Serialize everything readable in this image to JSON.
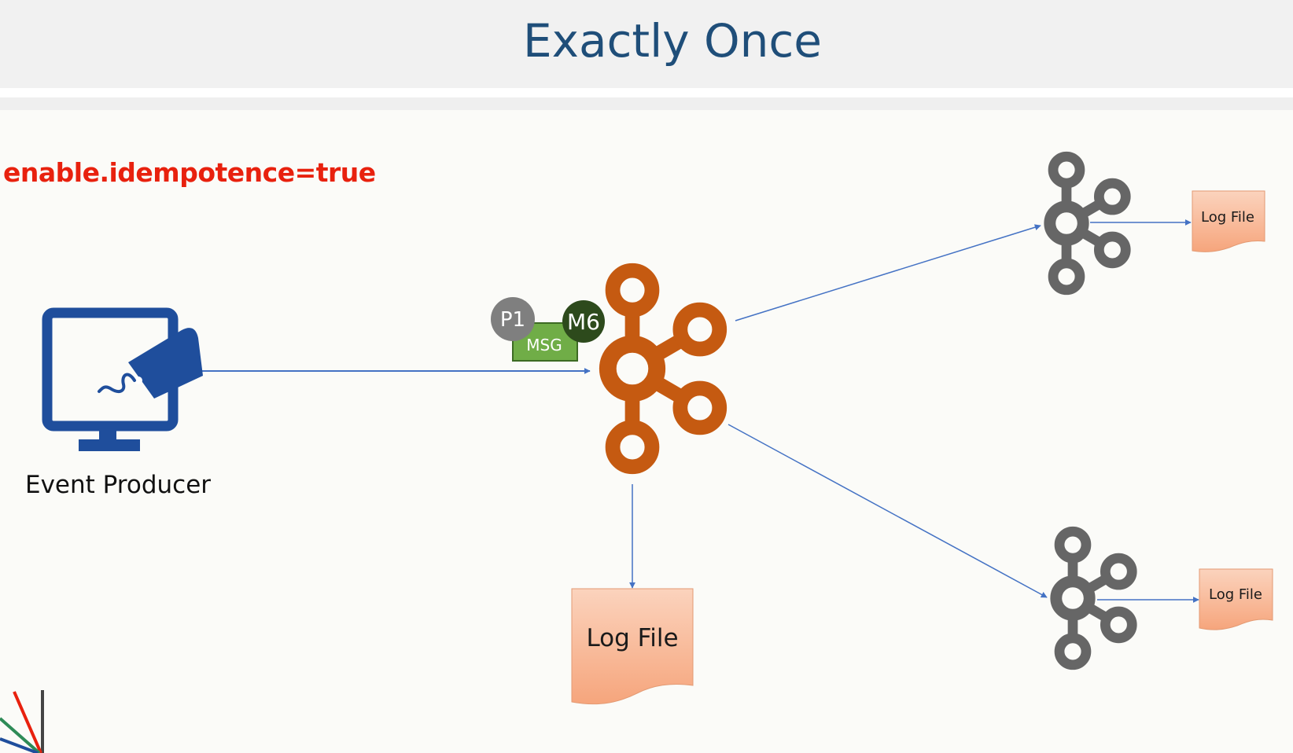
{
  "title": "Exactly Once",
  "config_text": "enable.idempotence=true",
  "producer": {
    "label": "Event Producer",
    "icon": "monitor-tag-icon"
  },
  "message": {
    "partition_badge": "P1",
    "message_badge": "M6",
    "label": "MSG"
  },
  "broker": {
    "icon": "kafka-icon",
    "color": "#c55a11"
  },
  "replicas": [
    {
      "icon": "kafka-icon",
      "color": "#666666",
      "log_label": "Log File"
    },
    {
      "icon": "kafka-icon",
      "color": "#666666",
      "log_label": "Log File"
    }
  ],
  "leader_log": {
    "label": "Log File"
  },
  "colors": {
    "title": "#1f4e79",
    "config": "#e8210e",
    "arrow": "#4472c4",
    "log_fill": "#f8b08a",
    "msg_fill": "#70ad47",
    "producer": "#1f4e9c"
  }
}
